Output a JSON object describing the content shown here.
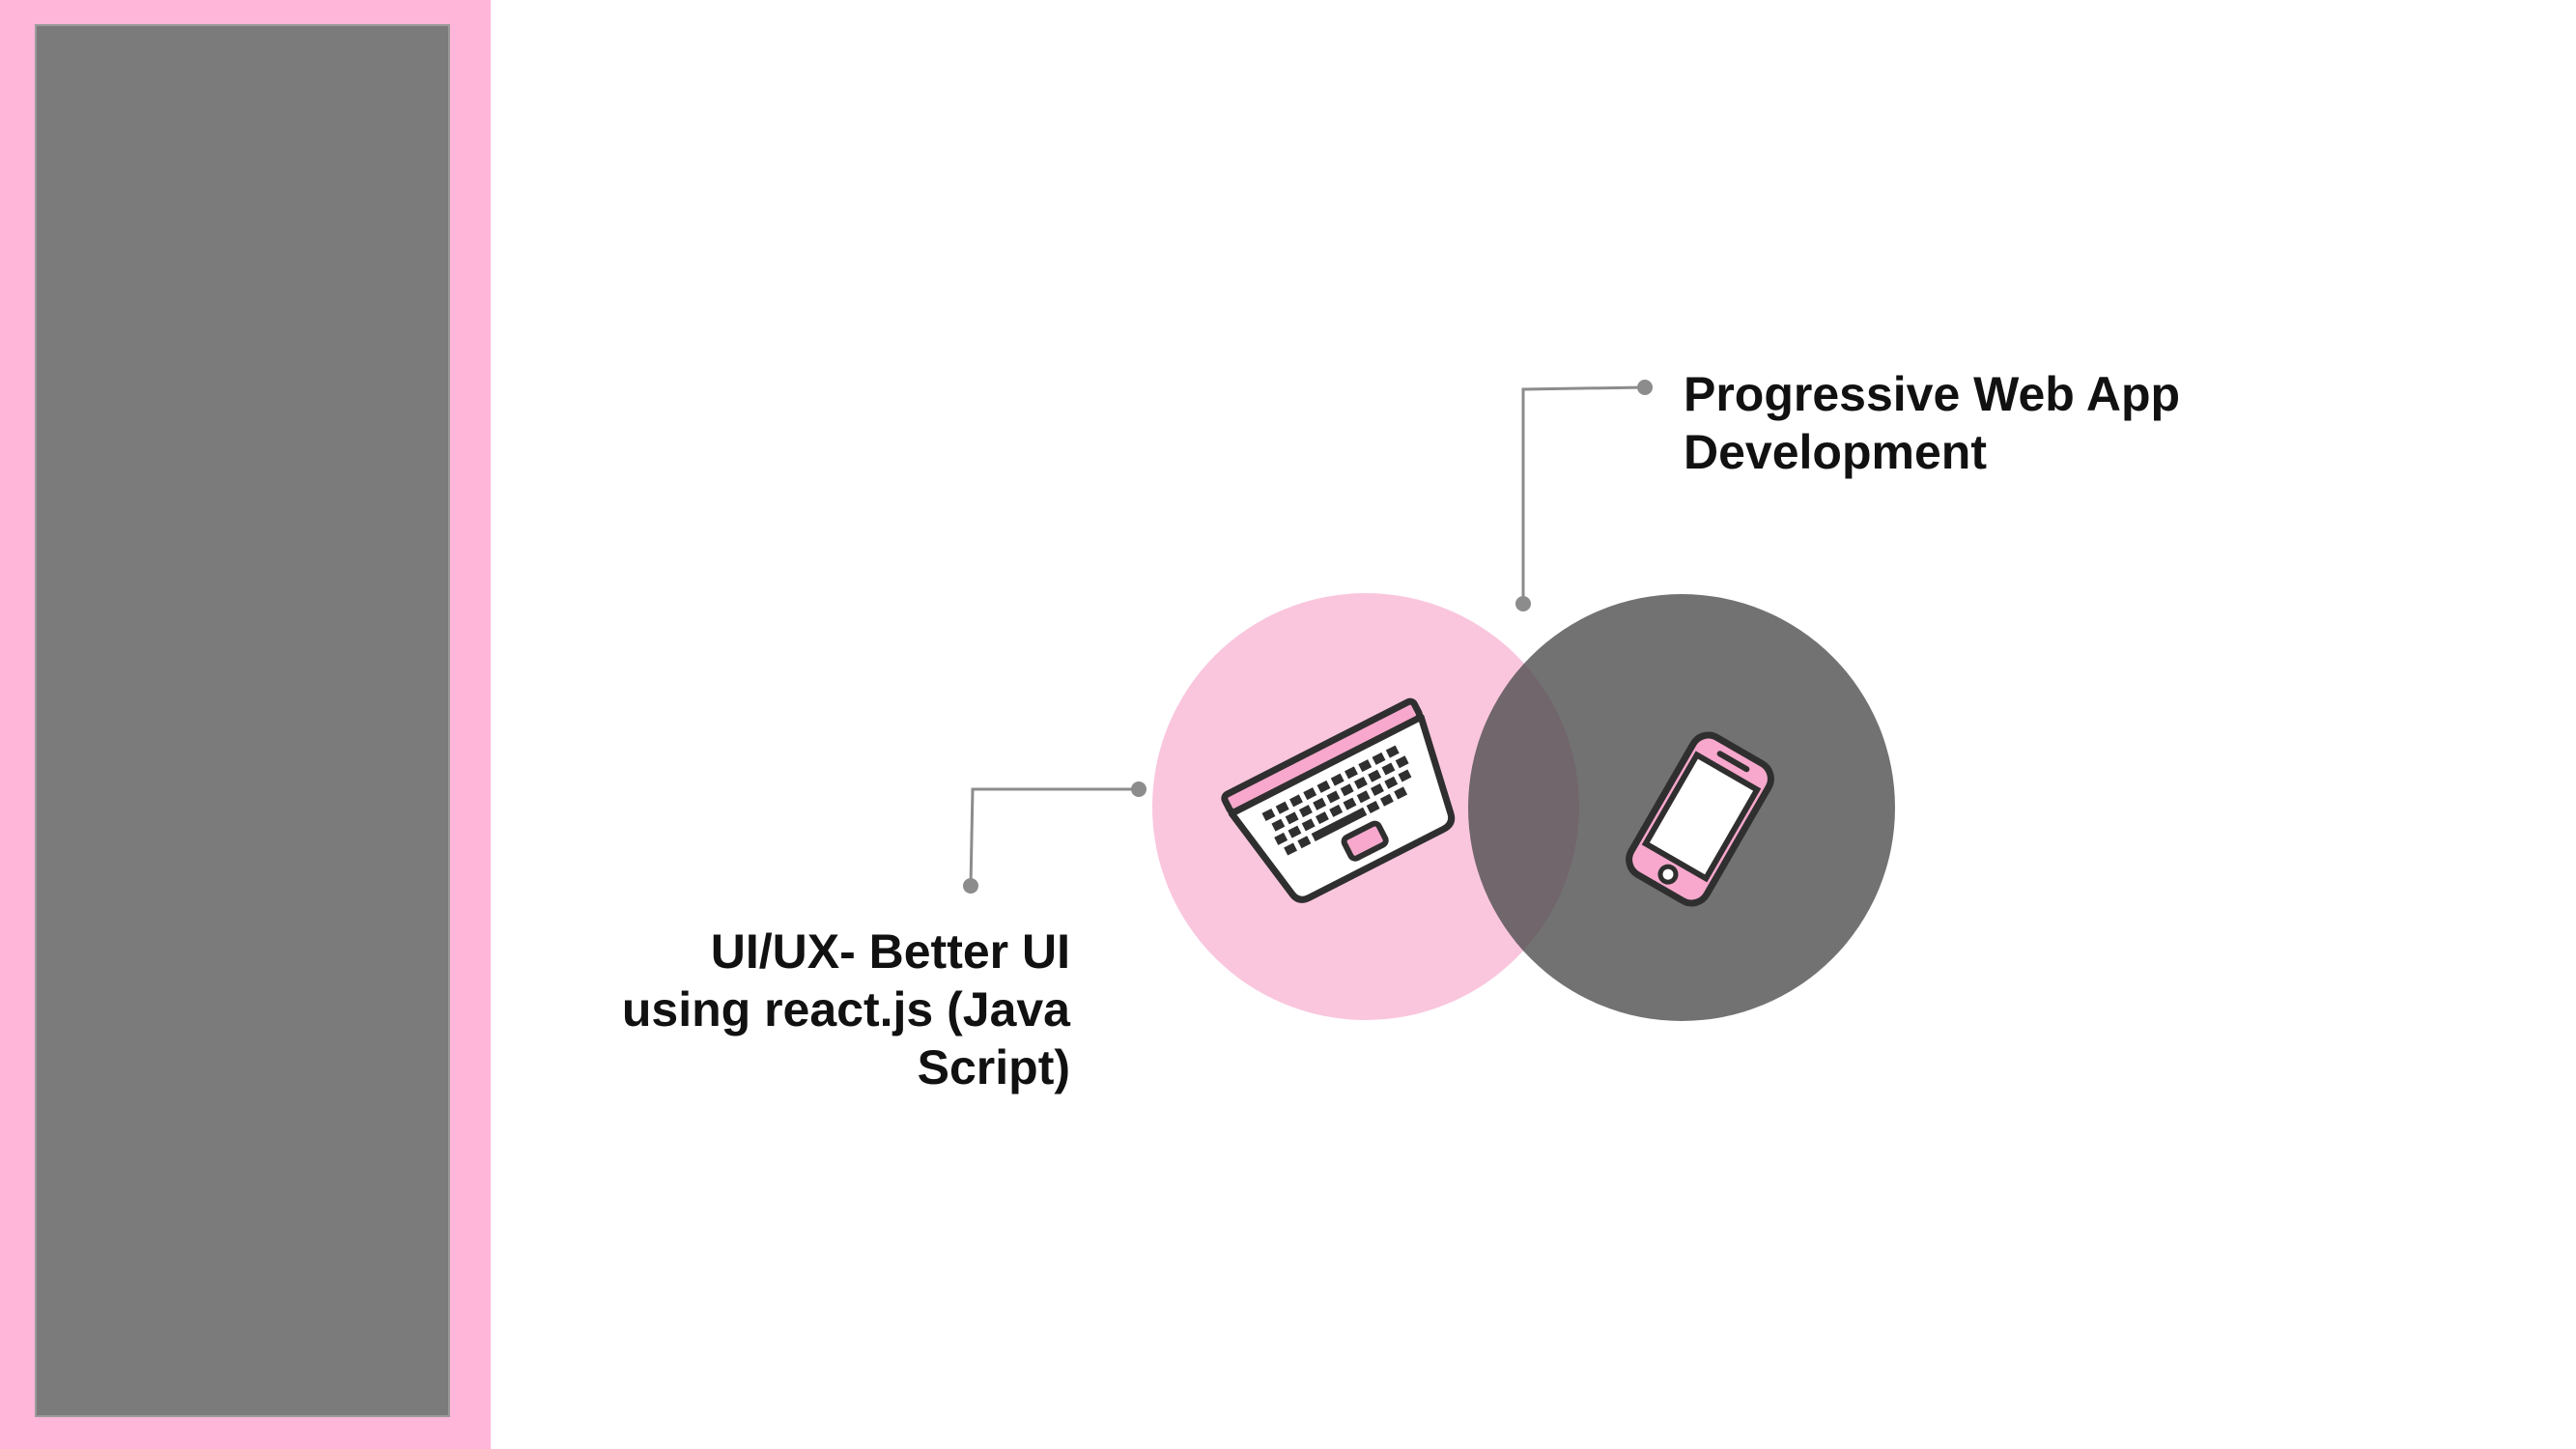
{
  "labels": {
    "pwa": {
      "line1": "Progressive Web App",
      "line2": "Development"
    },
    "uiux": {
      "line1": "UI/UX- Better UI",
      "line2": "using react.js (Java",
      "line3": "Script)"
    }
  },
  "icons": {
    "left": "laptop-icon",
    "right": "smartphone-icon"
  },
  "colors": {
    "pink_panel": "#ffb6d8",
    "gray_panel": "#7b7b7b",
    "pink_circle": "#f9bcd8",
    "dark_circle": "#5a5a5a",
    "connector": "#8c8c8c",
    "text": "#111111"
  }
}
